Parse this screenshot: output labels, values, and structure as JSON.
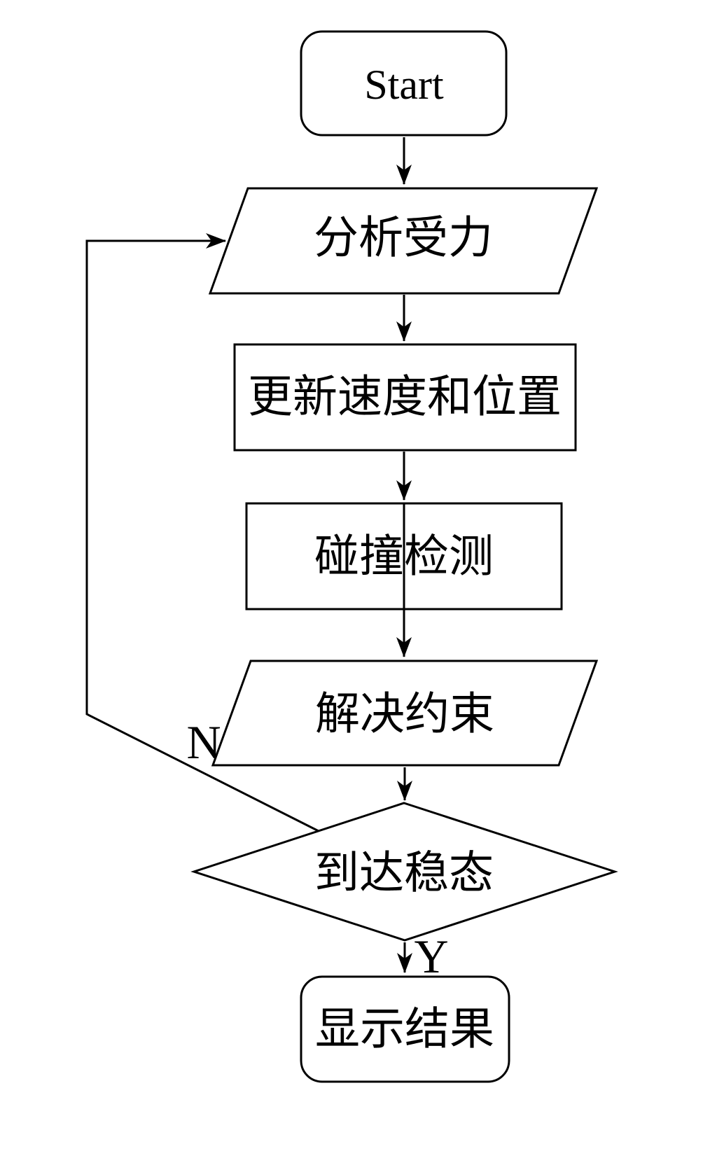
{
  "diagram": {
    "type": "flowchart",
    "background_color": "#ffffff",
    "line_color": "#000000",
    "nodes": {
      "start": {
        "label": "Start",
        "shape": "rounded-rectangle"
      },
      "analyze_forces": {
        "label": "分析受力",
        "shape": "parallelogram"
      },
      "update_velocity_position": {
        "label": "更新速度和位置",
        "shape": "rectangle"
      },
      "collision_detection": {
        "label": "碰撞检测",
        "shape": "rectangle"
      },
      "solve_constraints": {
        "label": "解决约束",
        "shape": "parallelogram"
      },
      "reach_steady_state": {
        "label": "到达稳态",
        "shape": "diamond"
      },
      "display_results": {
        "label": "显示结果",
        "shape": "rounded-rectangle"
      }
    },
    "branch_labels": {
      "yes": "Y",
      "no": "N"
    }
  }
}
